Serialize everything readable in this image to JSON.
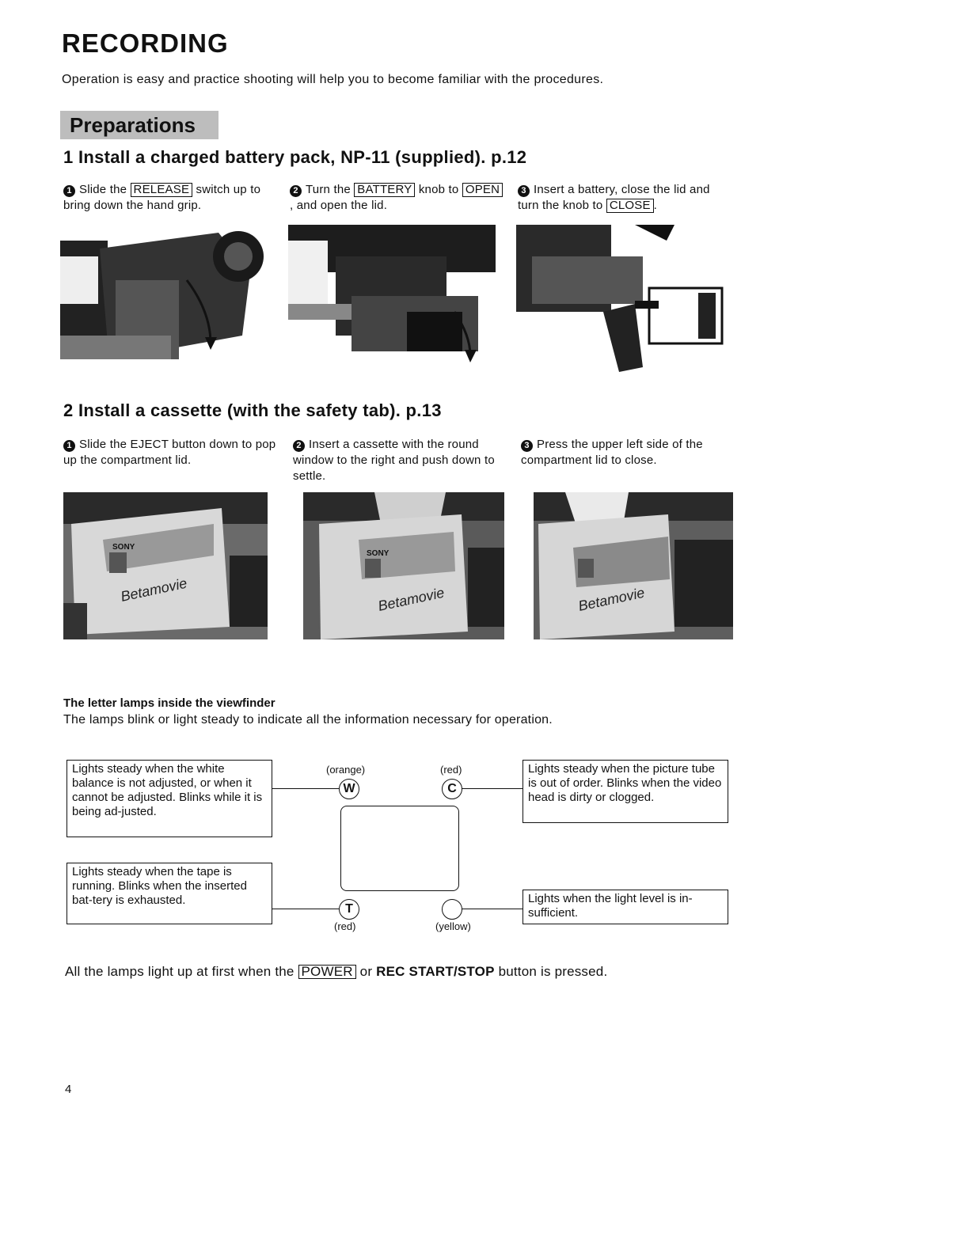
{
  "page": {
    "title": "RECORDING",
    "intro": "Operation is easy and practice shooting will help you to become familiar with the procedures.",
    "section": "Preparations",
    "page_number": "4"
  },
  "step1": {
    "heading": "1  Install a charged battery pack, NP-11 (supplied). p.12",
    "items": [
      {
        "num": "1",
        "pre": "Slide the ",
        "key": "RELEASE",
        "post": " switch up to bring down the hand grip."
      },
      {
        "num": "2",
        "pre": "Turn the ",
        "key": "BATTERY",
        "mid": " knob to ",
        "key2": "OPEN",
        "post": ", and open the lid."
      },
      {
        "num": "3",
        "pre": "Insert a battery, close the lid and turn the knob to ",
        "key": "CLOSE",
        "post": "."
      }
    ]
  },
  "step2": {
    "heading": "2  Install a cassette (with the safety tab). p.13",
    "items": [
      {
        "num": "1",
        "pre": "Slide the ",
        "key": "EJECT",
        "post": " button down to pop up the compartment lid."
      },
      {
        "num": "2",
        "text": "Insert a cassette with the round window to the right and push down to settle."
      },
      {
        "num": "3",
        "text": "Press the upper left side of the compartment lid to close."
      }
    ],
    "photo_labels": {
      "brand": "SONY",
      "product": "Betamovie"
    }
  },
  "viewfinder": {
    "title": "The letter lamps inside the viewfinder",
    "body": "The lamps blink or light steady to indicate all the information necessary for operation.",
    "box_w": "Lights steady when the white balance is not adjusted, or when it cannot be adjusted. Blinks while it is being ad-justed.",
    "box_t": "Lights steady when the tape is running. Blinks when the inserted bat-tery is exhausted.",
    "box_c": "Lights steady when the picture tube is out of order. Blinks when the video head is dirty or clogged.",
    "box_y": "Lights when the light level is in-sufficient.",
    "lamps": {
      "w": {
        "letter": "W",
        "color": "(orange)"
      },
      "c": {
        "letter": "C",
        "color": "(red)"
      },
      "t": {
        "letter": "T",
        "color": "(red)"
      },
      "y": {
        "letter": "",
        "color": "(yellow)"
      }
    }
  },
  "footer": {
    "pre": "All the lamps light up at first when the ",
    "key": "POWER",
    "mid": " or  ",
    "bold": "REC START/STOP",
    "post": "  button is pressed."
  }
}
